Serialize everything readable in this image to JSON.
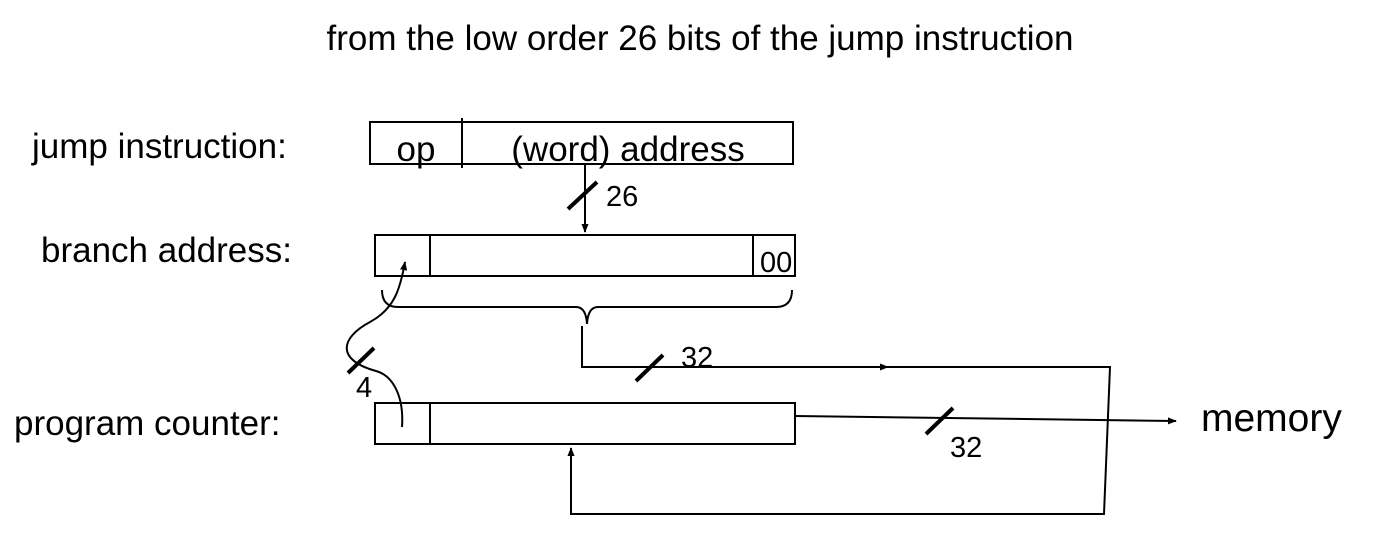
{
  "title": "from the low order 26 bits of the jump instruction",
  "labels": {
    "jump_instruction": "jump instruction:",
    "branch_address": "branch address:",
    "program_counter": "program counter:",
    "memory": "memory"
  },
  "jump_fields": {
    "op": "op",
    "address": "(word) address"
  },
  "branch_suffix": "00",
  "bus_widths": {
    "from_jump": "26",
    "pc_upper": "4",
    "branch_to_pc": "32",
    "pc_to_memory": "32"
  },
  "colors": {
    "line": "#000000",
    "background": "#ffffff"
  }
}
